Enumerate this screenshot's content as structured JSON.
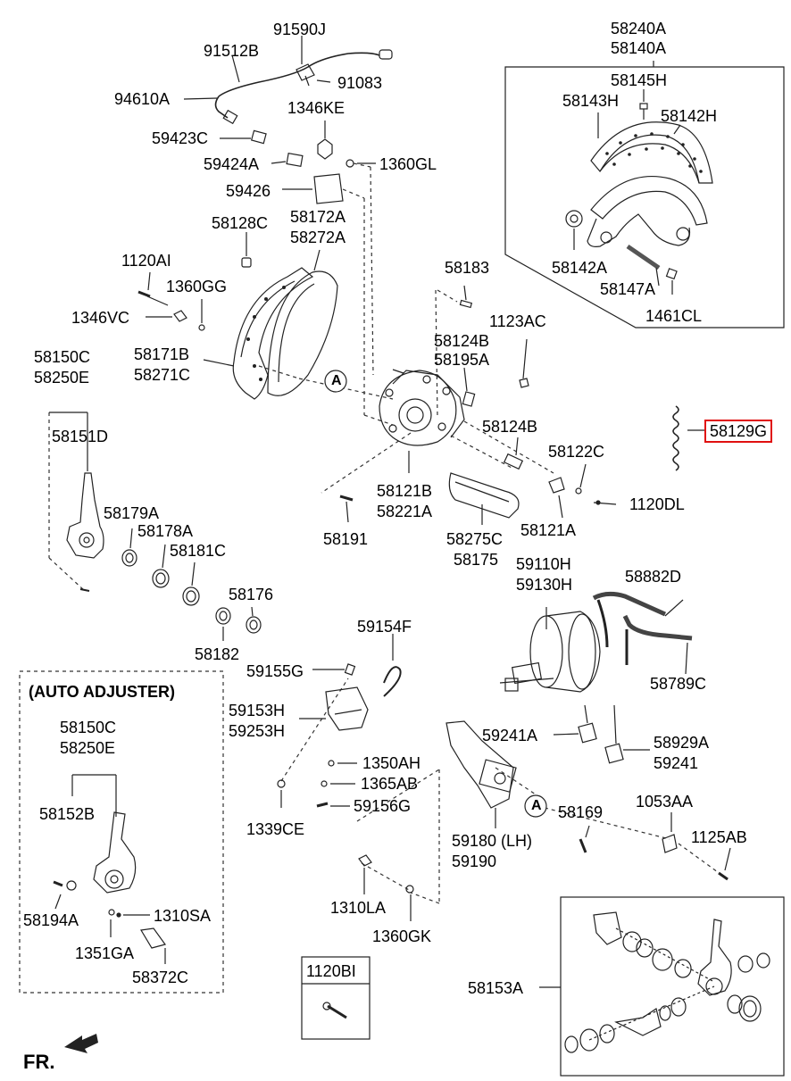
{
  "diagram": {
    "highlight_color": "#e01010",
    "labels": {
      "p91590J": "91590J",
      "p91512B": "91512B",
      "p91083": "91083",
      "p94610A": "94610A",
      "p1346KE": "1346KE",
      "p59423C": "59423C",
      "p59424A": "59424A",
      "p1360GL": "1360GL",
      "p59426": "59426",
      "p58172A": "58172A",
      "p58272A": "58272A",
      "p58128C": "58128C",
      "p1120AI": "1120AI",
      "p1360GG": "1360GG",
      "p1346VC": "1346VC",
      "p58150C_a": "58150C",
      "p58250E_a": "58250E",
      "p58171B": "58171B",
      "p58271C": "58271C",
      "p58151D": "58151D",
      "p58179A": "58179A",
      "p58178A": "58178A",
      "p58181C": "58181C",
      "p58176": "58176",
      "p58182": "58182",
      "p58183": "58183",
      "p1123AC": "1123AC",
      "p58124B_a": "58124B",
      "p58195A": "58195A",
      "p58124B_b": "58124B",
      "p58122C": "58122C",
      "p1120DL": "1120DL",
      "p58121B": "58121B",
      "p58221A": "58221A",
      "p58191": "58191",
      "p58275C": "58275C",
      "p58175": "58175",
      "p58121A": "58121A",
      "p58240A": "58240A",
      "p58140A": "58140A",
      "p58145H": "58145H",
      "p58143H": "58143H",
      "p58142H": "58142H",
      "p58142A": "58142A",
      "p58147A": "58147A",
      "p1461CL": "1461CL",
      "p58129G": "58129G",
      "p59110H": "59110H",
      "p59130H": "59130H",
      "p58882D": "58882D",
      "p58789C": "58789C",
      "p59154F": "59154F",
      "p59155G": "59155G",
      "p59153H": "59153H",
      "p59253H": "59253H",
      "p59241A": "59241A",
      "p58929A": "58929A",
      "p59241": "59241",
      "p1350AH": "1350AH",
      "p1365AB": "1365AB",
      "p59156G": "59156G",
      "p1339CE": "1339CE",
      "p59180": "59180 (LH)",
      "p59190": "59190",
      "p58169": "58169",
      "p1053AA": "1053AA",
      "p1125AB": "1125AB",
      "p1310LA": "1310LA",
      "p1360GK": "1360GK",
      "p58153A": "58153A",
      "auto_title": "(AUTO ADJUSTER)",
      "p58150C_b": "58150C",
      "p58250E_b": "58250E",
      "p58152B": "58152B",
      "p58194A": "58194A",
      "p1310SA": "1310SA",
      "p1351GA": "1351GA",
      "p58372C": "58372C",
      "p1120BI": "1120BI",
      "ref_a1": "A",
      "ref_a2": "A",
      "fr": "FR."
    }
  }
}
